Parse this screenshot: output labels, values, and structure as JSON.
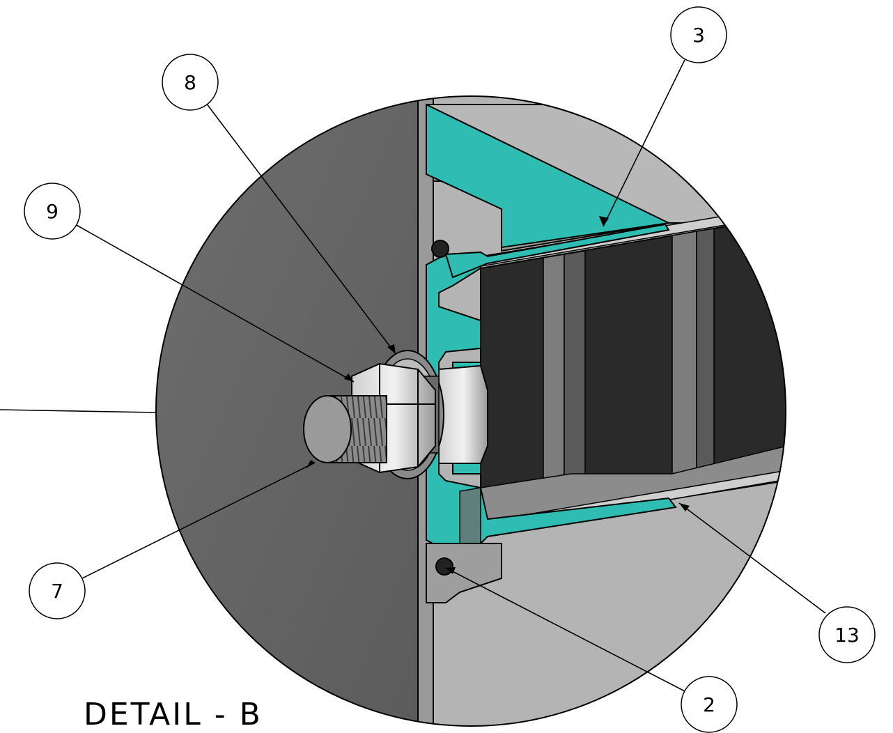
{
  "title": "DETAIL - B",
  "balloons": [
    {
      "id": "b3",
      "label": "3"
    },
    {
      "id": "b8",
      "label": "8"
    },
    {
      "id": "b9",
      "label": "9"
    },
    {
      "id": "b7",
      "label": "7"
    },
    {
      "id": "b13",
      "label": "13"
    },
    {
      "id": "b2",
      "label": "2"
    }
  ],
  "colors": {
    "section_fill": "#2fbcb3",
    "panel_dark": "#2a2a2a",
    "frame_gray": "#8f8f8f",
    "wall_gray": "#6b6b6b",
    "background_gray": "#b4b4b4"
  }
}
